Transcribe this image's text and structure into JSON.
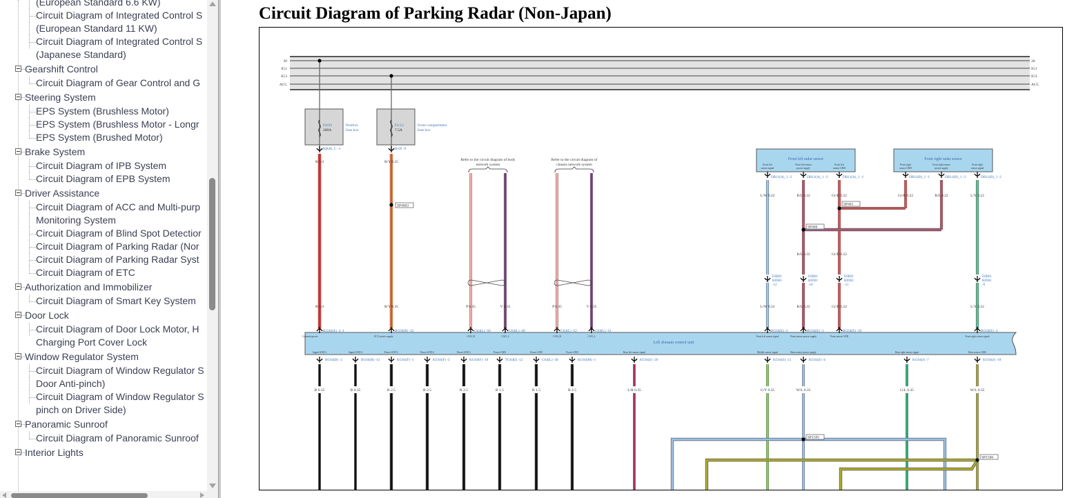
{
  "sidebar": {
    "items": [
      {
        "type": "leaf-cont",
        "label": "(European Standard 6.6 KW)"
      },
      {
        "type": "leaf",
        "label": "Circuit Diagram of Integrated Control S"
      },
      {
        "type": "leaf-cont",
        "label": "(European Standard 11 KW)"
      },
      {
        "type": "leaf",
        "label": "Circuit Diagram of Integrated Control S"
      },
      {
        "type": "leaf-cont",
        "label": "(Japanese Standard)"
      },
      {
        "type": "category",
        "label": "Gearshift Control"
      },
      {
        "type": "leaf",
        "label": "Circuit Diagram of Gear Control and G"
      },
      {
        "type": "category",
        "label": "Steering System"
      },
      {
        "type": "leaf",
        "label": "EPS System (Brushless Motor)"
      },
      {
        "type": "leaf",
        "label": "EPS System (Brushless Motor - Longr"
      },
      {
        "type": "leaf",
        "label": "EPS System (Brushed Motor)"
      },
      {
        "type": "category",
        "label": "Brake System"
      },
      {
        "type": "leaf",
        "label": "Circuit Diagram of IPB System"
      },
      {
        "type": "leaf",
        "label": "Circuit Diagram of EPB System"
      },
      {
        "type": "category",
        "label": "Driver Assistance"
      },
      {
        "type": "leaf",
        "label": "Circuit Diagram of ACC and Multi-purp"
      },
      {
        "type": "leaf-cont",
        "label": "Monitoring System"
      },
      {
        "type": "leaf",
        "label": "Circuit Diagram of Blind Spot Detectior"
      },
      {
        "type": "leaf",
        "label": "Circuit Diagram of Parking Radar (Nor"
      },
      {
        "type": "leaf",
        "label": "Circuit Diagram of Parking Radar Syst"
      },
      {
        "type": "leaf",
        "label": "Circuit Diagram of ETC"
      },
      {
        "type": "category",
        "label": "Authorization and Immobilizer"
      },
      {
        "type": "leaf",
        "label": "Circuit Diagram of Smart Key System"
      },
      {
        "type": "category",
        "label": "Door Lock"
      },
      {
        "type": "leaf",
        "label": "Circuit Diagram of Door Lock Motor, H"
      },
      {
        "type": "leaf-cont",
        "label": "Charging Port Cover Lock"
      },
      {
        "type": "category",
        "label": "Window Regulator System"
      },
      {
        "type": "leaf",
        "label": "Circuit Diagram of Window Regulator S"
      },
      {
        "type": "leaf-cont",
        "label": "Door Anti-pinch)"
      },
      {
        "type": "leaf",
        "label": "Circuit Diagram of Window Regulator S"
      },
      {
        "type": "leaf-cont",
        "label": "pinch on Driver Side)"
      },
      {
        "type": "category",
        "label": "Panoramic Sunroof"
      },
      {
        "type": "leaf",
        "label": "Circuit Diagram of Panoramic Sunroof"
      },
      {
        "type": "category",
        "label": "Interior Lights"
      }
    ]
  },
  "page": {
    "title": "Circuit Diagram of Parking Radar (Non-Japan)"
  },
  "diagram": {
    "rails": [
      "30",
      "IG1",
      "IG3",
      "ACC"
    ],
    "fuses": [
      {
        "id": "F4/03",
        "rating": "200A",
        "box": "Positive fuse box",
        "connector": "KB46_C -1",
        "wire": "R 8.0"
      },
      {
        "id": "F1/12",
        "rating": "7.5A",
        "box": "Front compartment fuse box",
        "connector": "B1D -9",
        "wire": "R/Y 0.35"
      }
    ],
    "splices": [
      "SP4003",
      "SP401",
      "SP400",
      "SP1505",
      "SP1506"
    ],
    "references": [
      "Refer to the circuit diagram of body network system",
      "Refer to the circuit diagram of chassis network system"
    ],
    "sensors": [
      {
        "name": "Front left radar sensor",
        "pins": [
          {
            "label": "Front left sensor signal",
            "connector": "DB11(A)_1 -2",
            "wire": "L/W 0.22"
          },
          {
            "label": "Front left sensor power supply",
            "connector": "DB11(A)_1 -3",
            "wire": "R/L 0.22"
          },
          {
            "label": "Front left sensor GND",
            "connector": "DB11(A)_1 -1",
            "wire": "Gr/R 0.22"
          }
        ]
      },
      {
        "name": "Front right radar sensor",
        "pins": [
          {
            "label": "Front right sensor GND",
            "connector": "DB11(B)_1 -1",
            "wire": "Gr/R 0.22"
          },
          {
            "label": "Front right sensor power supply",
            "connector": "DB11(B)_1 -3",
            "wire": "R/L 0.22"
          },
          {
            "label": "Front right sensor signal",
            "connector": "DB11(B)_1 -2",
            "wire": "L/Y 0.22"
          }
        ]
      }
    ],
    "inline_connectors": [
      {
        "text": "DJB01 BJD01 -12",
        "wire": "L/W 0.22",
        "bottom": "BG64(E) -2"
      },
      {
        "text": "DJB01 BJD01 -10",
        "wire": "R/L 0.22",
        "bottom": "BG64(E) -1"
      },
      {
        "text": "DJB01 BJD01 -11",
        "wire": "Gr/R 0.22",
        "bottom": "BG64(E) -10"
      },
      {
        "text": "DJB01 BJD01 -9",
        "wire": "L/Y 0.22",
        "bottom": "BG64(E) -3"
      }
    ],
    "can_wires": [
      {
        "wire": "P 0.35",
        "connector": "G64(L) -50",
        "pin": "CAN_H"
      },
      {
        "wire": "V 0.35",
        "connector": "G64(L) -49",
        "pin": "CAN_L"
      },
      {
        "wire": "P 0.35",
        "connector": "G64(L) -52",
        "pin": "CAN_H"
      },
      {
        "wire": "V 0.35",
        "connector": "G64(L) -51",
        "pin": "CAN_L"
      }
    ],
    "ecu": {
      "name": "Left domain control unit",
      "top_pins": [
        {
          "label": "Constant power",
          "connector": "KG64(A)_4 -1"
        },
        {
          "label": "ECU power supply",
          "connector": "BG64(B) -32"
        },
        {
          "label": "CAN_H",
          "connector": "G64(L) -50"
        },
        {
          "label": "CAN_L",
          "connector": "G64(L) -49"
        },
        {
          "label": "CAN_H",
          "connector": "G64(L) -52"
        },
        {
          "label": "CAN_L",
          "connector": "G64(L) -51"
        },
        {
          "label": "Front left sensor signal",
          "connector": "BG64(E) -2"
        },
        {
          "label": "Front sensor power supply",
          "connector": "BG64(E) -1"
        },
        {
          "label": "Front sensor GND",
          "connector": "BG64(E) -10"
        },
        {
          "label": "Front right sensor signal",
          "connector": "BG64(E) -3"
        }
      ],
      "bottom_pins": [
        {
          "label": "Signal GND 1",
          "connector": "BG64(B) -2",
          "wire": "B 0.35"
        },
        {
          "label": "Signal GND 2",
          "connector": "BG64(B) -12",
          "wire": "B 0.35"
        },
        {
          "label": "Power GND 1",
          "connector": "KG64(F) -1",
          "wire": "B 2.5"
        },
        {
          "label": "Power GND 2",
          "connector": "KG64(F) -3",
          "wire": "B 2.5"
        },
        {
          "label": "Power GND 1",
          "connector": "KG64(F) -10",
          "wire": "B 2.5"
        },
        {
          "label": "Power GND",
          "connector": "TG64(I) -12",
          "wire": "B 1.5"
        },
        {
          "label": "Power GND",
          "connector": "G64(L) -58",
          "wire": "B 1.5"
        },
        {
          "label": "Power GND",
          "connector": "KG64(M) -1",
          "wire": "B 2.5"
        },
        {
          "label": "Rear left sensor signal",
          "connector": "KG64(J) -20",
          "wire": "L/R 0.35"
        },
        {
          "label": "Middle sensor signal",
          "connector": "KG64(J) -21",
          "wire": "G/Y 0.35"
        },
        {
          "label": "Rear sensor power supply",
          "connector": "KG64(J) -4",
          "wire": "W/L 0.35"
        },
        {
          "label": "Rear right sensor signal",
          "connector": "KG64(J) -7",
          "wire": "G/L 0.35"
        },
        {
          "label": "Rear sensor GND",
          "connector": "KG64(J) -18",
          "wire": "W/L 0.35"
        }
      ]
    },
    "colors": {
      "red": "#e02727",
      "orange": "#e8893a",
      "pink": "#f3aaa6",
      "violet": "#7c3a7e",
      "blue": "#6f9fd8",
      "darkred": "#b52632",
      "green": "#4fbf3b",
      "teal": "#0e9e8e",
      "olive": "#7f7a1d",
      "black": "#111111",
      "ecu_fill": "#a9d6ef",
      "sensor_fill": "#a9d6ef",
      "label_blue": "#3a74b8",
      "fuse_fill": "#d6d6d6"
    }
  }
}
